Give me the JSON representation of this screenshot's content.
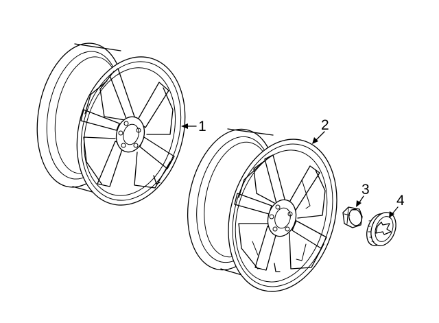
{
  "callouts": [
    {
      "id": "1",
      "text": "1"
    },
    {
      "id": "2",
      "text": "2"
    },
    {
      "id": "3",
      "text": "3"
    },
    {
      "id": "4",
      "text": "4"
    }
  ],
  "parts": [
    {
      "callout": "1",
      "icon": "alloy-wheel-icon"
    },
    {
      "callout": "2",
      "icon": "alloy-wheel-icon"
    },
    {
      "callout": "3",
      "icon": "lug-nut-icon"
    },
    {
      "callout": "4",
      "icon": "center-cap-icon"
    }
  ]
}
